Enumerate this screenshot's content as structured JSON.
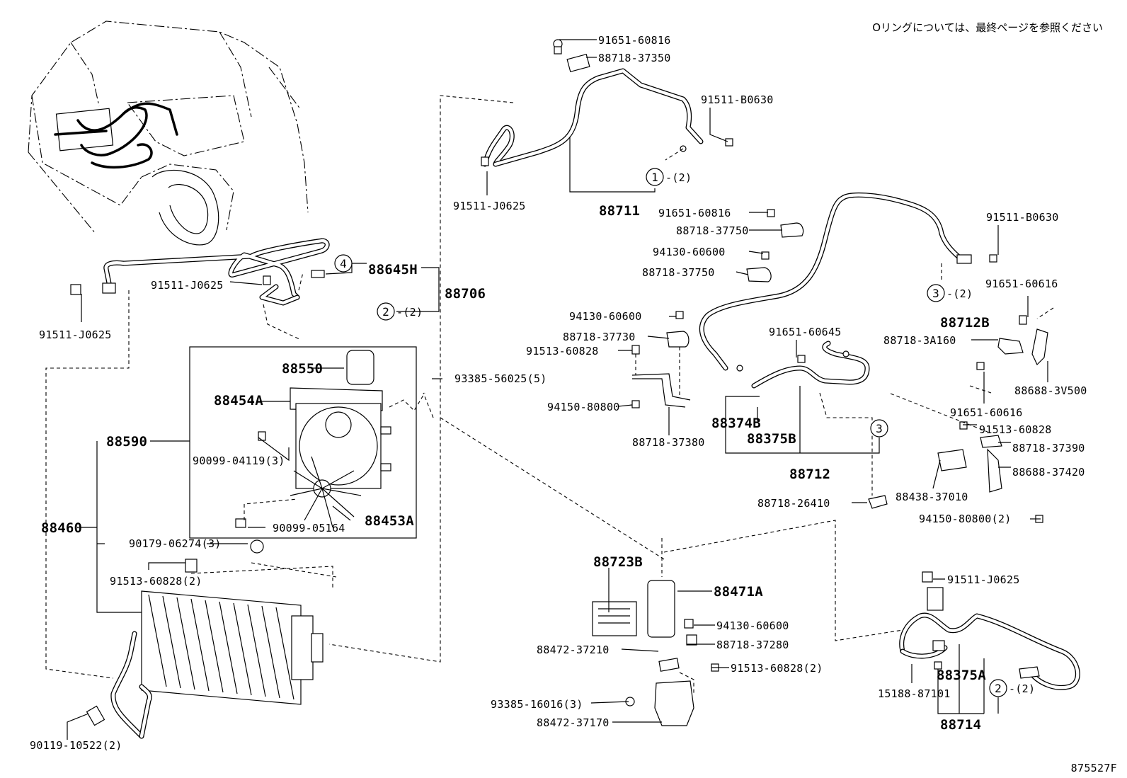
{
  "note": "Oリングについては、最終ページを参照ください",
  "figure_id": "875527F",
  "part_numbers": {
    "p91651_60816_top": "91651-60816",
    "p88718_37350": "88718-37350",
    "p91511_B0630_top": "91511-B0630",
    "p91511_J0625_upper": "91511-J0625",
    "p88711": "88711",
    "circle1_qty": "-(2)",
    "p91651_60816_mid": "91651-60816",
    "p88718_37750_a": "88718-37750",
    "p94130_60600_a": "94130-60600",
    "p88718_37750_b": "88718-37750",
    "p91511_B0630_right": "91511-B0630",
    "circle3_qty": "-(2)",
    "p88712B": "88712B",
    "p91651_60616_a": "91651-60616",
    "p88718_3A160": "88718-3A160",
    "p88688_3V500": "88688-3V500",
    "p91651_60616_b": "91651-60616",
    "p91513_60828_right": "91513-60828",
    "p88718_37390": "88718-37390",
    "p88688_37420": "88688-37420",
    "p88438_37010": "88438-37010",
    "p94150_80800_2": "94150-80800(2)",
    "p94130_60600_b": "94130-60600",
    "p88718_37730": "88718-37730",
    "p91513_60828_mid": "91513-60828",
    "p94150_80800": "94150-80800",
    "p88718_37380": "88718-37380",
    "p91651_60645": "91651-60645",
    "p88374B": "88374B",
    "p88375B": "88375B",
    "p88712": "88712",
    "p88718_26410": "88718-26410",
    "p88645H": "88645H",
    "p88706": "88706",
    "p91511_J0625_mid": "91511-J0625",
    "circle2_qty": "-(2)",
    "p91511_J0625_left": "91511-J0625",
    "p88550": "88550",
    "p88454A": "88454A",
    "p88590": "88590",
    "p90099_04119": "90099-04119(3)",
    "p88453A": "88453A",
    "p90099_05164": "90099-05164",
    "p93385_56025": "93385-56025(5)",
    "p88460": "88460",
    "p90179_06274": "90179-06274(3)",
    "p91513_60828_2_left": "91513-60828(2)",
    "p90119_10522": "90119-10522(2)",
    "p88723B": "88723B",
    "p88471A": "88471A",
    "p94130_60600_c": "94130-60600",
    "p88718_37280": "88718-37280",
    "p88472_37210": "88472-37210",
    "p91513_60828_2_bottom": "91513-60828(2)",
    "p93385_16016": "93385-16016(3)",
    "p88472_37170": "88472-37170",
    "p91511_J0625_bottom": "91511-J0625",
    "p88375A": "88375A",
    "p15188_87101": "15188-87101",
    "circle2b_qty": "-(2)",
    "p88714": "88714"
  },
  "callouts": {
    "c1": "1",
    "c2": "2",
    "c3": "3",
    "c4": "4"
  }
}
